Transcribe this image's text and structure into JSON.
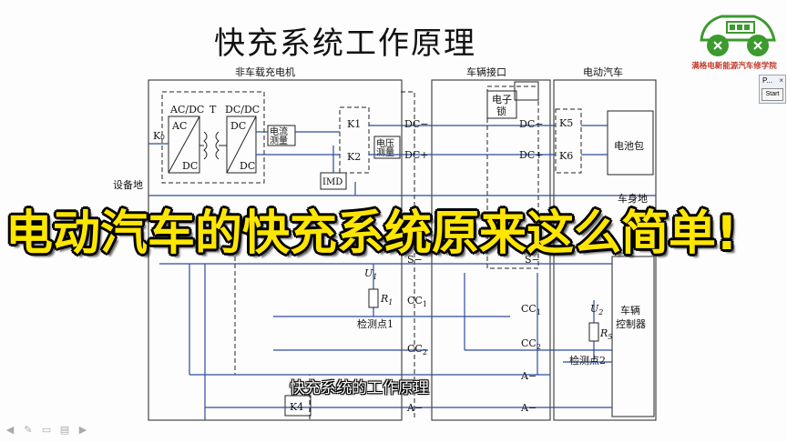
{
  "slide": {
    "title": "快充系统工作原理",
    "banner": "电动汽车的快充系统原来这么简单!",
    "subtitle": "快充系统的工作原理"
  },
  "brand": {
    "name": "满格电新能源汽车修学院",
    "accent": "#3c9a2e"
  },
  "mini_window": {
    "title": "P...",
    "close": "×",
    "button": "Start"
  },
  "toolbar": [
    "◀",
    "✎",
    "▭",
    "▤",
    "▶"
  ],
  "diagram": {
    "section_charger": "非车载充电机",
    "section_interface": "车辆接口",
    "section_vehicle": "电动汽车",
    "acdc": "AC/DC",
    "dcdc": "DC/DC",
    "ac": "AC",
    "dc1": "DC",
    "dc2": "DC",
    "dc3": "DC",
    "t": "T",
    "k0": "K₀",
    "k1": "K1",
    "k2": "K2",
    "k4": "K4",
    "k5": "K5",
    "k6": "K6",
    "current_meter_1": "电流",
    "current_meter_2": "测量",
    "voltage_meter_1": "电压",
    "voltage_meter_2": "测量",
    "imd": "IMD",
    "lock_1": "电子",
    "lock_2": "锁",
    "battery": "电池包",
    "device_ground": "设备地",
    "body_ground": "车身地",
    "dc_minus": "DC−",
    "dc_plus": "DC+",
    "s_minus": "S−",
    "u1": "U",
    "u1_sub": "1",
    "r1": "R",
    "r1_sub": "1",
    "cc1": "CC",
    "cc1_sub": "1",
    "cc2": "CC",
    "cc2_sub": "2",
    "detect1": "检测点1",
    "detect2": "检测点2",
    "u2": "U",
    "u2_sub": "2",
    "r5": "R",
    "r5_sub": "5",
    "controller_1": "车辆",
    "controller_2": "控制器",
    "a_minus": "A−"
  }
}
